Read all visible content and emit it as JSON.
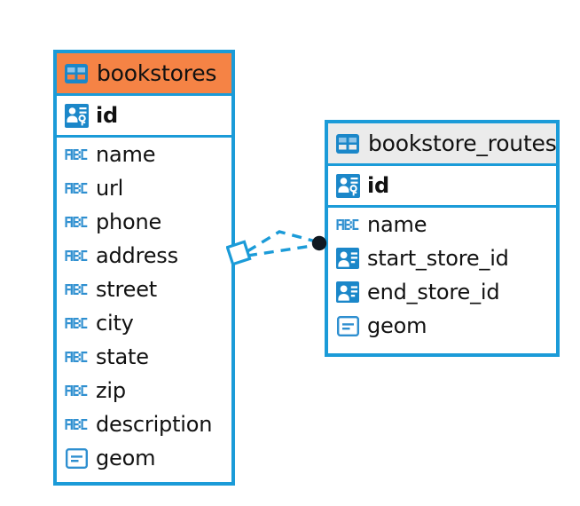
{
  "diagram": {
    "type": "entity-relationship-diagram",
    "background": "#ffffff",
    "accent_color": "#1b9bd8",
    "selected_header_color": "#f58345",
    "unselected_header_color": "#ebebeb",
    "text_color": "#111111",
    "connector_endpoint_color": "#101820"
  },
  "entities": [
    {
      "name": "bookstores",
      "icon": "table-icon",
      "selected": true,
      "primary_keys": [
        {
          "name": "id",
          "icon": "primary-key-icon",
          "type": "key"
        }
      ],
      "fields": [
        {
          "name": "name",
          "icon": "text-field-icon",
          "type": "text"
        },
        {
          "name": "url",
          "icon": "text-field-icon",
          "type": "text"
        },
        {
          "name": "phone",
          "icon": "text-field-icon",
          "type": "text"
        },
        {
          "name": "address",
          "icon": "text-field-icon",
          "type": "text"
        },
        {
          "name": "street",
          "icon": "text-field-icon",
          "type": "text"
        },
        {
          "name": "city",
          "icon": "text-field-icon",
          "type": "text"
        },
        {
          "name": "state",
          "icon": "text-field-icon",
          "type": "text"
        },
        {
          "name": "zip",
          "icon": "text-field-icon",
          "type": "text"
        },
        {
          "name": "description",
          "icon": "text-field-icon",
          "type": "text"
        },
        {
          "name": "geom",
          "icon": "geometry-field-icon",
          "type": "geometry"
        }
      ]
    },
    {
      "name": "bookstore_routes",
      "icon": "table-icon",
      "selected": false,
      "primary_keys": [
        {
          "name": "id",
          "icon": "primary-key-icon",
          "type": "key"
        }
      ],
      "fields": [
        {
          "name": "name",
          "icon": "text-field-icon",
          "type": "text"
        },
        {
          "name": "start_store_id",
          "icon": "foreign-key-icon",
          "type": "foreign-key"
        },
        {
          "name": "end_store_id",
          "icon": "foreign-key-icon",
          "type": "foreign-key"
        },
        {
          "name": "geom",
          "icon": "geometry-field-icon",
          "type": "geometry"
        }
      ]
    }
  ],
  "relationship": {
    "from_entity": "bookstores",
    "to_entity": "bookstore_routes",
    "line_style": "dashed",
    "from_endpoint": "diamond",
    "to_endpoint": "filled-circle",
    "branch_count": 2
  }
}
